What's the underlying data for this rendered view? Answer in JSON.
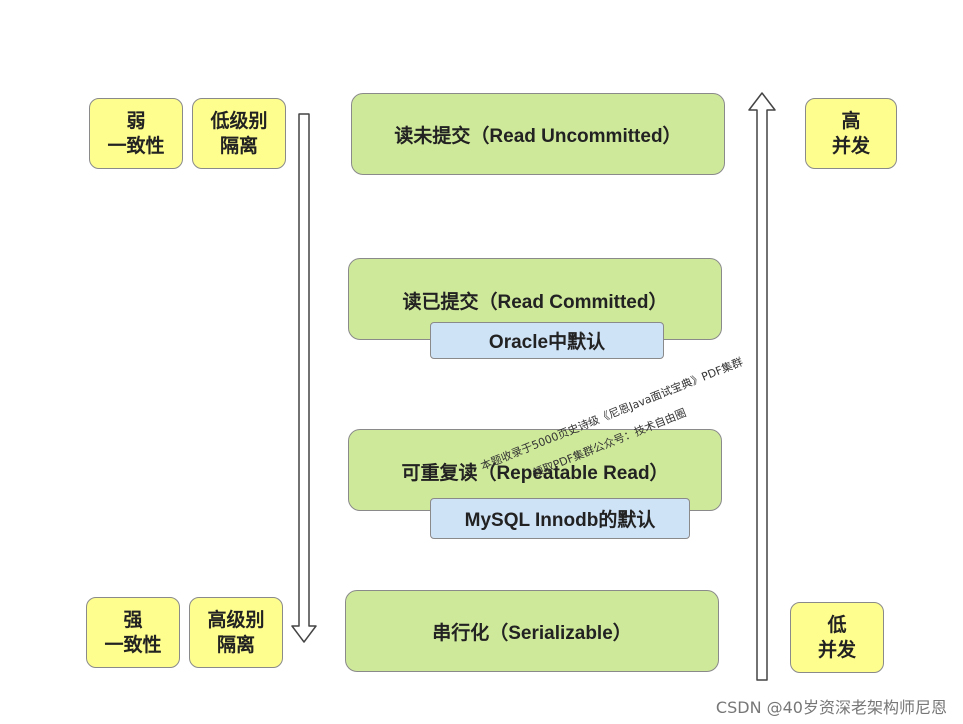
{
  "left_top": {
    "consistency": [
      "弱",
      "一致性"
    ],
    "isolation": [
      "低级别",
      "隔离"
    ]
  },
  "left_bottom": {
    "consistency": [
      "强",
      "一致性"
    ],
    "isolation": [
      "高级别",
      "隔离"
    ]
  },
  "right_top": {
    "concurrency": [
      "高",
      "并发"
    ]
  },
  "right_bottom": {
    "concurrency": [
      "低",
      "并发"
    ]
  },
  "levels": [
    {
      "label": "读未提交（Read Uncommitted）"
    },
    {
      "label": "读已提交（Read Committed）",
      "note": "Oracle中默认"
    },
    {
      "label": "可重复读（Repeatable Read）",
      "note": "MySQL Innodb的默认"
    },
    {
      "label": "串行化（Serializable）"
    }
  ],
  "watermark": [
    "本题收录于5000页史诗级《尼恩Java面试宝典》PDF集群",
    "领取PDF集群公众号：技术自由圈"
  ],
  "footer": "CSDN @40岁资深老架构师尼恩"
}
